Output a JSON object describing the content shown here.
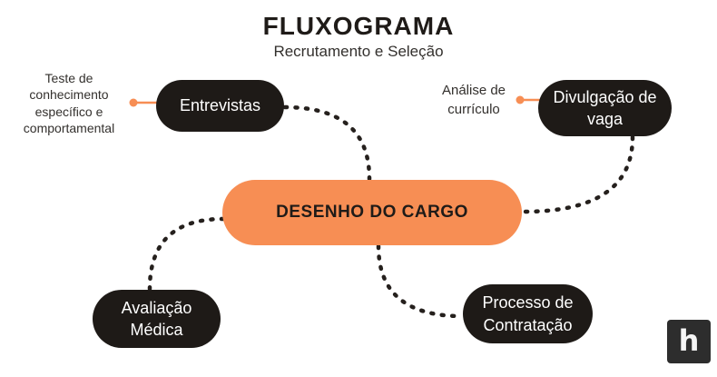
{
  "header": {
    "title": "FLUXOGRAMA",
    "subtitle": "Recrutamento e Seleção"
  },
  "nodes": {
    "center": {
      "label": "DESENHO DO CARGO"
    },
    "entrevistas": {
      "label": "Entrevistas"
    },
    "divulgacao": {
      "label": "Divulgação de vaga"
    },
    "avaliacao": {
      "label": "Avaliação Médica"
    },
    "processo": {
      "label": "Processo de Contratação"
    }
  },
  "annotations": {
    "entrevistas_note": "Teste de conhecimento específico e comportamental",
    "divulgacao_note": "Análise de currículo"
  },
  "logo": {
    "letter": "h"
  },
  "colors": {
    "accent_orange": "#f78e54",
    "node_black": "#1e1a17",
    "connector_black": "#25201d",
    "text_dark": "#33302d",
    "logo_bg": "#2d2d2d",
    "background": "#ffffff"
  }
}
